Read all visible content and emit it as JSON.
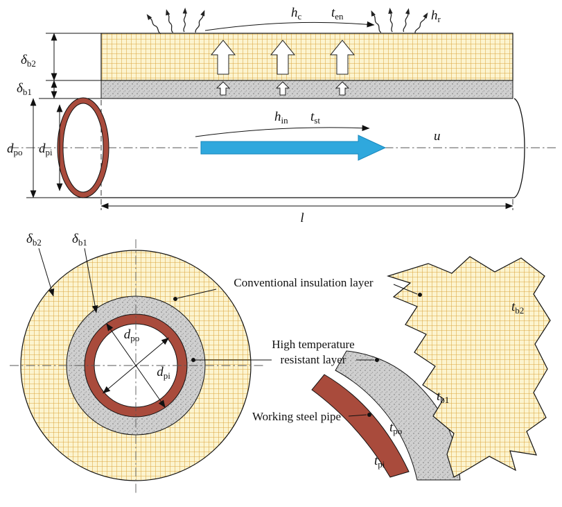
{
  "longitudinal_view": {
    "h_c": {
      "main": "h",
      "sub": "c"
    },
    "t_en": {
      "main": "t",
      "sub": "en"
    },
    "h_r": {
      "main": "h",
      "sub": "r"
    },
    "delta_b2": {
      "main": "δ",
      "sub": "b2"
    },
    "delta_b1": {
      "main": "δ",
      "sub": "b1"
    },
    "d_po": {
      "main": "d",
      "sub": "po"
    },
    "d_pi": {
      "main": "d",
      "sub": "pi"
    },
    "h_in": {
      "main": "h",
      "sub": "in"
    },
    "t_st": {
      "main": "t",
      "sub": "st"
    },
    "u": "u",
    "l": "l"
  },
  "cross_section_view": {
    "delta_b2": {
      "main": "δ",
      "sub": "b2"
    },
    "delta_b1": {
      "main": "δ",
      "sub": "b1"
    },
    "d_po": {
      "main": "d",
      "sub": "po"
    },
    "d_pi": {
      "main": "d",
      "sub": "pi"
    }
  },
  "layer_labels": {
    "conventional_insulation": "Conventional insulation layer",
    "high_temperature_line1": "High temperature",
    "high_temperature_line2": "resistant layer",
    "working_steel_pipe": "Working steel pipe"
  },
  "exploded_view": {
    "t_b2": {
      "main": "t",
      "sub": "b2"
    },
    "t_b1": {
      "main": "t",
      "sub": "b1"
    },
    "t_po": {
      "main": "t",
      "sub": "po"
    },
    "t_pi": {
      "main": "t",
      "sub": "pi"
    }
  },
  "colors": {
    "insulation_fill": "#FCF4CF",
    "insulation_grid": "#DBA63F",
    "resistant_fill": "#CFCFCF",
    "resistant_dot": "#8A8A8A",
    "steel_pipe_red": "#A94B3C",
    "flow_arrow_blue": "#2FA8DD"
  }
}
